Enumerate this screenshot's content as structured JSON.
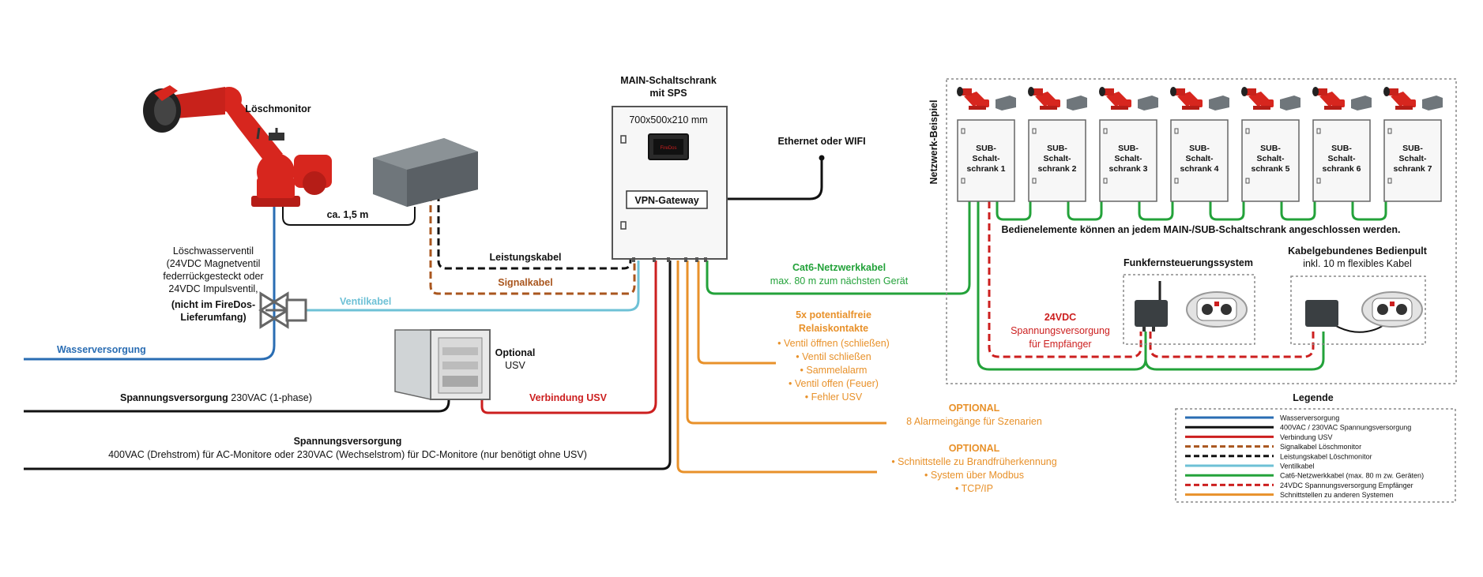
{
  "colors": {
    "water": "#2a6db3",
    "power": "#111111",
    "usv": "#cc1f1f",
    "signal": "#a9561e",
    "power_dash": "#111111",
    "valve": "#6ec1d6",
    "cat6": "#23a23a",
    "dc24": "#cc1f1f",
    "iface": "#e8912a",
    "monitor_red": "#d7261e",
    "cabinet": "#f2f2f2",
    "box_grey": "#6f767b"
  },
  "labels": {
    "loeschmonitor": "Löschmonitor",
    "ca15": "ca. 1,5 m",
    "valve_lines": [
      "Löschwasserventil",
      "(24VDC Magnetventil",
      "federrückgesteckt oder",
      "24VDC Impulsventil,",
      "(nicht im FireDos-",
      "Lieferumfang)"
    ],
    "wasserversorgung": "Wasserversorgung",
    "ventilkabel": "Ventilkabel",
    "leistungskabel": "Leistungskabel",
    "signalkabel": "Signalkabel",
    "main_title": [
      "MAIN-Schaltschrank",
      "mit SPS"
    ],
    "main_dims": "700x500x210 mm",
    "vpn": "VPN-Gateway",
    "ethernet": "Ethernet oder WIFI",
    "optional_usv": [
      "Optional",
      "USV"
    ],
    "verbindung_usv": "Verbindung USV",
    "spannung230_bold": "Spannungsversorgung",
    "spannung230_rest": " 230VAC (1-phase)",
    "spannung400_title": "Spannungsversorgung",
    "spannung400_line": "400VAC (Drehstrom) für AC-Monitore oder 230VAC (Wechselstrom) für DC-Monitore (nur benötigt ohne USV)",
    "cat6_title": "Cat6-Netzwerkkabel",
    "cat6_sub": "max. 80 m zum nächsten Gerät",
    "relais_title": [
      "5x potentialfreie",
      "Relaiskontakte"
    ],
    "relais_items": [
      "• Ventil öffnen (schließen)",
      "• Ventil schließen",
      "• Sammelalarm",
      "• Ventil offen (Feuer)",
      "• Fehler USV"
    ],
    "opt1_title": "OPTIONAL",
    "opt1_line": "8 Alarmeingänge für Szenarien",
    "opt2_title": "OPTIONAL",
    "opt2_lines": [
      "• Schnittstelle zu Brandfrüherkennung",
      "• System über Modbus",
      "• TCP/IP"
    ],
    "netzwerk": "Netzwerk-Beispiel",
    "sub_cabinets": [
      [
        "SUB-",
        "Schalt-",
        "schrank 1"
      ],
      [
        "SUB-",
        "Schalt-",
        "schrank 2"
      ],
      [
        "SUB-",
        "Schalt-",
        "schrank 3"
      ],
      [
        "SUB-",
        "Schalt-",
        "schrank 4"
      ],
      [
        "SUB-",
        "Schalt-",
        "schrank 5"
      ],
      [
        "SUB-",
        "Schalt-",
        "schrank 6"
      ],
      [
        "SUB-",
        "Schalt-",
        "schrank 7"
      ]
    ],
    "bedien_note": "Bedienelemente können an jedem MAIN-/SUB-Schaltschrank angeschlossen werden.",
    "funk": "Funkfernsteuerungssystem",
    "kabel_title": "Kabelgebundenes Bedienpult",
    "kabel_sub": "inkl. 10 m flexibles Kabel",
    "dc24_lines": [
      "24VDC",
      "Spannungsversorgung",
      "für Empfänger"
    ],
    "display_brand": "FireDos"
  },
  "legend": {
    "title": "Legende",
    "items": [
      {
        "label": "Wasserversorgung",
        "color": "#2a6db3",
        "dash": false
      },
      {
        "label": "400VAC / 230VAC Spannungsversorgung",
        "color": "#111111",
        "dash": false
      },
      {
        "label": "Verbindung USV",
        "color": "#cc1f1f",
        "dash": false
      },
      {
        "label": "Signalkabel Löschmonitor",
        "color": "#a9561e",
        "dash": true
      },
      {
        "label": "Leistungskabel Löschmonitor",
        "color": "#111111",
        "dash": true
      },
      {
        "label": "Ventilkabel",
        "color": "#6ec1d6",
        "dash": false
      },
      {
        "label": "Cat6-Netzwerkkabel (max. 80 m zw. Geräten)",
        "color": "#23a23a",
        "dash": false
      },
      {
        "label": "24VDC Spannungsversorgung Empfänger",
        "color": "#cc1f1f",
        "dash": true
      },
      {
        "label": "Schnittstellen zu anderen Systemen",
        "color": "#e8912a",
        "dash": false
      }
    ]
  }
}
